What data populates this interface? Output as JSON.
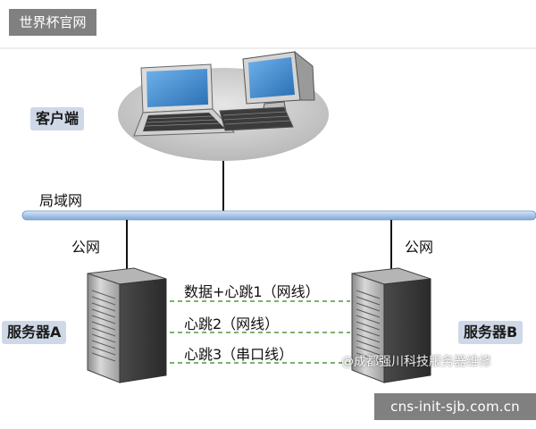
{
  "brand": "世界杯官网",
  "client_label": "客户端",
  "lan_label": "局域网",
  "wan_a_label": "公网",
  "wan_b_label": "公网",
  "server_a_label": "服务器A",
  "server_b_label": "服务器B",
  "heartbeats": [
    {
      "label": "数据+心跳1（网线）"
    },
    {
      "label": "心跳2（网线）"
    },
    {
      "label": "心跳3（串口线）"
    }
  ],
  "inner_watermark": "@成都强川科技服务器维修",
  "bottom_watermark": "cns-init-sjb.com.cn",
  "colors": {
    "lan_bar": "#a9c6e6",
    "heartbeat_line": "#4f9a3a",
    "label_bg": "#cfd8e6",
    "cloud": "#c9c9c9"
  }
}
